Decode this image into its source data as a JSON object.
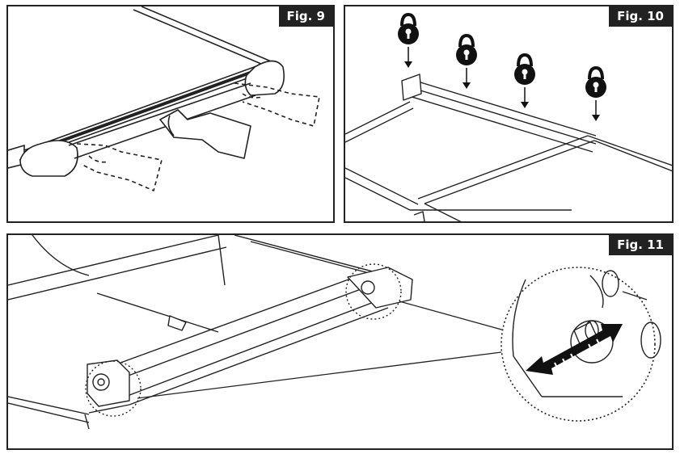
{
  "figures": [
    {
      "id": "fig9",
      "label": "Fig. 9"
    },
    {
      "id": "fig10",
      "label": "Fig. 10"
    },
    {
      "id": "fig11",
      "label": "Fig. 11"
    }
  ],
  "icons": {
    "lock": "padlock-icon",
    "arrow_down": "arrow-down-icon",
    "double_arrow": "double-arrow-icon"
  },
  "colors": {
    "line": "#222222",
    "label_bg": "#222222",
    "label_text": "#ffffff",
    "background": "#ffffff"
  }
}
